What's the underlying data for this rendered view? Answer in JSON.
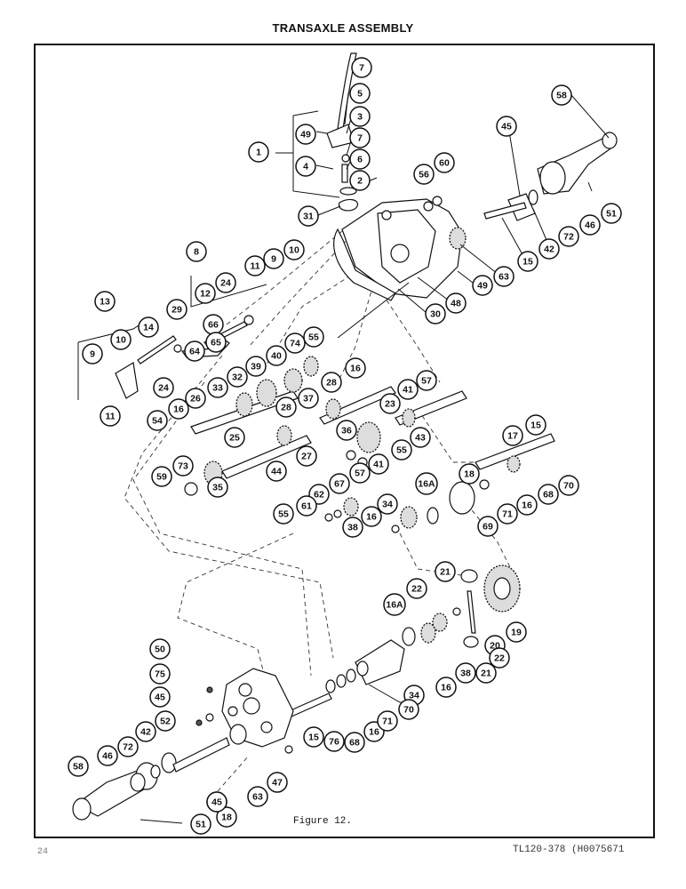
{
  "title": "TRANSAXLE ASSEMBLY",
  "figure_caption": "Figure 12.",
  "page_number": "24",
  "document_ref": "TL120-378 (H0075671",
  "callouts": [
    "7",
    "5",
    "3",
    "7",
    "6",
    "2",
    "1",
    "49",
    "4",
    "31",
    "58",
    "45",
    "56",
    "60",
    "51",
    "46",
    "72",
    "42",
    "15",
    "63",
    "49",
    "48",
    "30",
    "8",
    "11",
    "9",
    "10",
    "12",
    "24",
    "29",
    "13",
    "14",
    "66",
    "9",
    "10",
    "65",
    "64",
    "24",
    "74",
    "55",
    "40",
    "39",
    "32",
    "33",
    "26",
    "54",
    "16",
    "11",
    "25",
    "41",
    "57",
    "28",
    "37",
    "16",
    "28",
    "27",
    "44",
    "23",
    "36",
    "43",
    "41",
    "57",
    "55",
    "17",
    "15",
    "18",
    "59",
    "73",
    "35",
    "67",
    "62",
    "61",
    "55",
    "16A",
    "34",
    "16",
    "38",
    "69",
    "71",
    "16",
    "68",
    "70",
    "21",
    "22",
    "19",
    "20",
    "16A",
    "34",
    "16",
    "38",
    "22",
    "21",
    "50",
    "75",
    "45",
    "52",
    "42",
    "72",
    "46",
    "58",
    "15",
    "63",
    "47",
    "18",
    "45",
    "51",
    "15",
    "76",
    "68",
    "16",
    "71",
    "70"
  ]
}
